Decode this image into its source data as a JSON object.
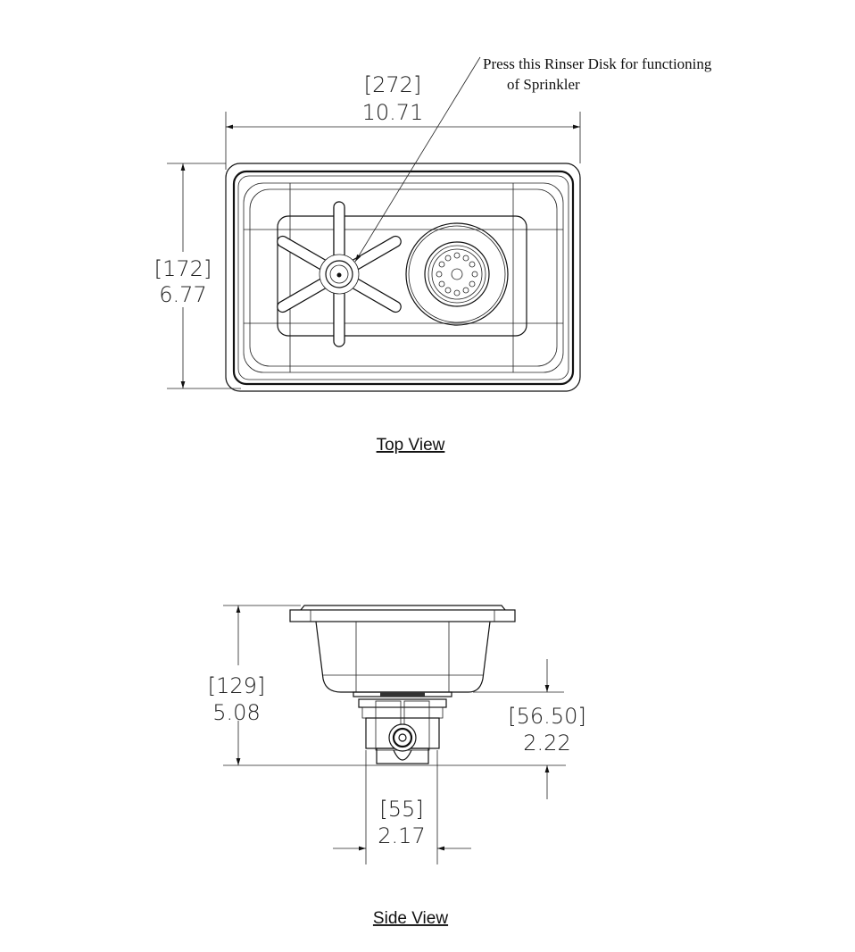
{
  "top_view": {
    "caption": "Top View",
    "width_mm": "[272]",
    "width_in": "10.71",
    "depth_mm": "[172]",
    "depth_in": "6.77",
    "note_line1": "Press this Rinser Disk for functioning",
    "note_line2": "of Sprinkler"
  },
  "side_view": {
    "caption": "Side View",
    "height_mm": "[129]",
    "height_in": "5.08",
    "drain_mm": "[56.50]",
    "drain_in": "2.22",
    "fitting_mm": "[55]",
    "fitting_in": "2.17"
  }
}
